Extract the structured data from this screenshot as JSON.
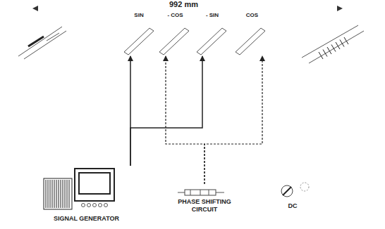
{
  "diagram": {
    "nodes": [
      {
        "text": [
          "SIN"
        ]
      },
      {
        "text": [
          "- COS"
        ]
      },
      {
        "text": [
          "- SIN"
        ]
      },
      {
        "text": [
          "COS"
        ]
      },
      {
        "text": [
          "SIGNAL GENERATOR"
        ]
      },
      {
        "text": [
          "PHASE SHIFTING CIRCUIT"
        ]
      },
      {
        "text": [
          "DC"
        ]
      }
    ],
    "edges": [
      {
        "from": 4,
        "to": 0,
        "arrow": "to"
      },
      {
        "from": 4,
        "to": 2,
        "arrow": "to"
      },
      {
        "from": 5,
        "to": 1,
        "arrow": "to"
      },
      {
        "from": 5,
        "to": 3,
        "arrow": "to"
      }
    ],
    "labels": [
      "992 mm"
    ]
  }
}
